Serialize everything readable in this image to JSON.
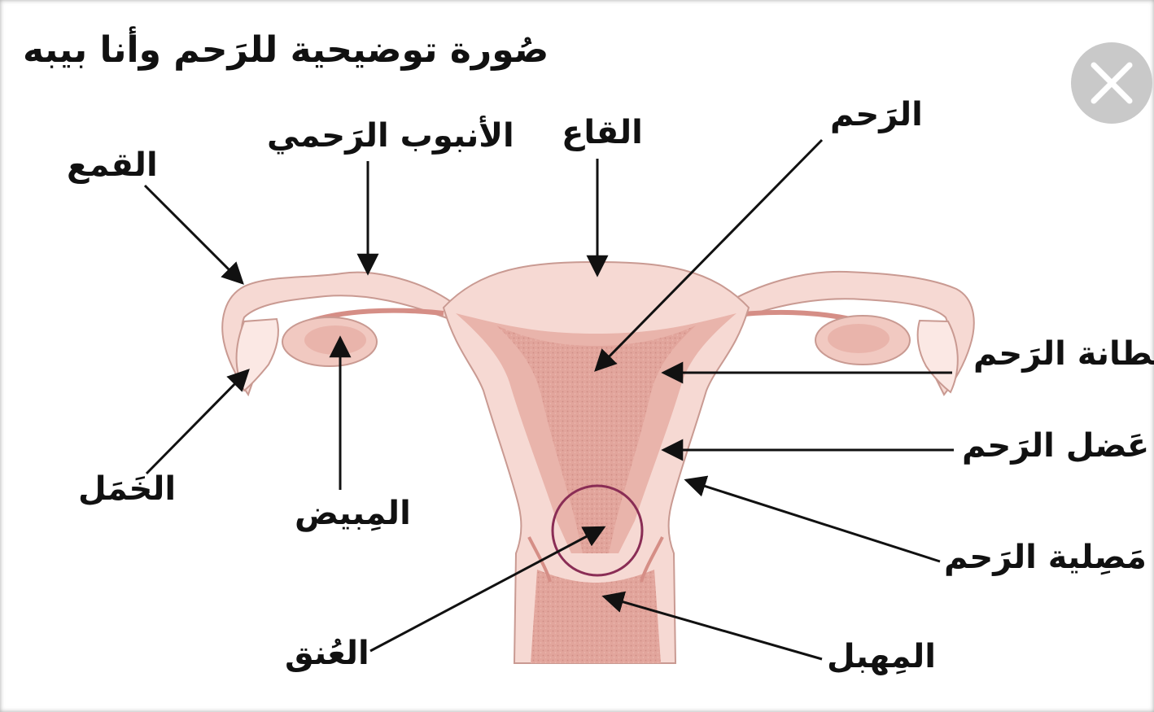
{
  "title": "صُورة توضيحية للرَحم وأنا بيبه",
  "labels": {
    "infundibulum": "القمع",
    "fallopian_tube": "الأنبوب الرَحمي",
    "fundus": "القاع",
    "uterus": "الرَحم",
    "endometrium": "بِطانة الرَحم",
    "myometrium": "عَضل الرَحم",
    "perimetrium": "مَصِلية الرَحم",
    "fimbriae": "الخَمَل",
    "ovary": "المِبيض",
    "cervix": "العُنق",
    "vagina": "المِهبل"
  },
  "colors": {
    "tissue_light": "#f6d9d3",
    "tissue_mid": "#e9b4ab",
    "tissue_dark": "#d58e86",
    "outline": "#c99a92",
    "cervix_circle": "#8a2d55",
    "close_button": "#c9c9c9"
  },
  "icons": {
    "close": "close-icon"
  }
}
